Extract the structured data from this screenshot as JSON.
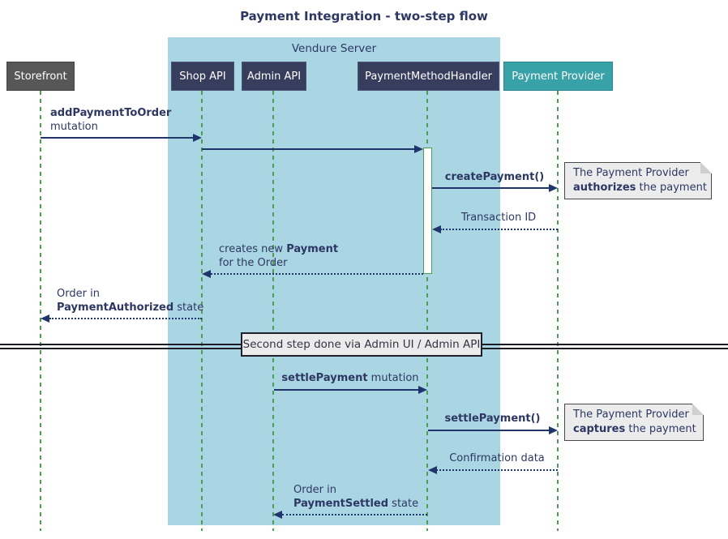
{
  "title": "Payment Integration - two-step flow",
  "frame": {
    "label": "Vendure Server"
  },
  "participants": [
    {
      "name": "storefront",
      "label": "Storefront"
    },
    {
      "name": "shop-api",
      "label": "Shop API"
    },
    {
      "name": "admin-api",
      "label": "Admin API"
    },
    {
      "name": "payment-method-handler",
      "label": "PaymentMethodHandler"
    },
    {
      "name": "payment-provider",
      "label": "Payment Provider"
    }
  ],
  "messages": [
    {
      "name": "add-payment-to-order",
      "line1": [
        {
          "t": "addPaymentToOrder",
          "b": true
        }
      ],
      "line2": [
        {
          "t": "mutation"
        }
      ]
    },
    {
      "name": "shop-api-to-handler"
    },
    {
      "name": "create-payment",
      "line1": [
        {
          "t": "createPayment()",
          "b": true
        }
      ]
    },
    {
      "name": "transaction-id",
      "line1": [
        {
          "t": "Transaction ID"
        }
      ]
    },
    {
      "name": "creates-new-payment",
      "line1": [
        {
          "t": "creates new "
        },
        {
          "t": "Payment",
          "b": true
        }
      ],
      "line2": [
        {
          "t": "for the Order"
        }
      ]
    },
    {
      "name": "order-payment-authorized",
      "line1": [
        {
          "t": "Order in"
        }
      ],
      "line2": [
        {
          "t": "PaymentAuthorized",
          "b": true
        },
        {
          "t": " state"
        }
      ]
    },
    {
      "name": "settle-payment-mutation",
      "line1": [
        {
          "t": "settlePayment",
          "b": true
        },
        {
          "t": " mutation"
        }
      ]
    },
    {
      "name": "settle-payment-call",
      "line1": [
        {
          "t": "settlePayment()",
          "b": true
        }
      ]
    },
    {
      "name": "confirmation-data",
      "line1": [
        {
          "t": "Confirmation data"
        }
      ]
    },
    {
      "name": "order-payment-settled",
      "line1": [
        {
          "t": "Order in"
        }
      ],
      "line2": [
        {
          "t": "PaymentSettled",
          "b": true
        },
        {
          "t": " state"
        }
      ]
    }
  ],
  "notes": [
    {
      "name": "authorize-note",
      "line1": [
        {
          "t": "The Payment Provider"
        }
      ],
      "line2": [
        {
          "t": "authorizes",
          "b": true
        },
        {
          "t": " the payment"
        }
      ]
    },
    {
      "name": "capture-note",
      "line1": [
        {
          "t": "The Payment Provider"
        }
      ],
      "line2": [
        {
          "t": "captures",
          "b": true
        },
        {
          "t": " the payment"
        }
      ]
    }
  ],
  "divider": {
    "label": "Second step done via Admin UI / Admin API"
  },
  "colors": {
    "frame-bg": "#aad6e4",
    "participant-bg": "#373d5c",
    "provider-bg": "#38a2a8",
    "storefront-bg": "#575757",
    "arrow": "#20356b",
    "text": "#2d3763",
    "lifeline": "#4e9e51",
    "note-bg": "#ececec"
  }
}
